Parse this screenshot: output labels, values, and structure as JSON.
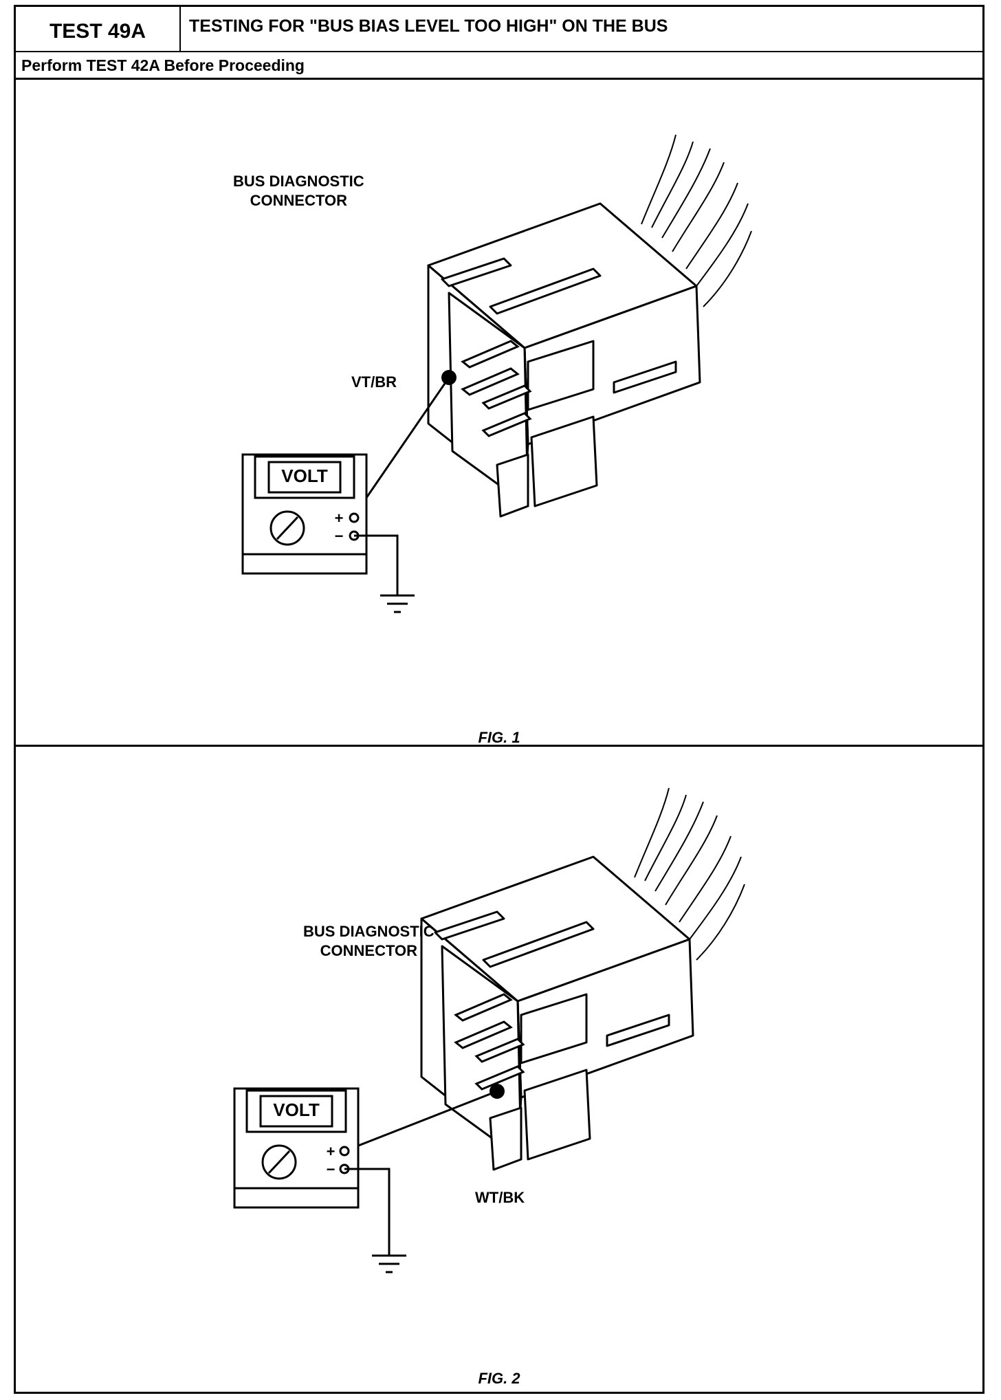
{
  "header": {
    "test_id": "TEST 49A",
    "title": "TESTING FOR \"BUS BIAS LEVEL TOO HIGH\" ON THE BUS",
    "prerequisite": "Perform TEST 42A Before Proceeding"
  },
  "figures": [
    {
      "caption": "FIG. 1",
      "connector_label_line1": "BUS DIAGNOSTIC",
      "connector_label_line2": "CONNECTOR",
      "wire_label": "VT/BR",
      "meter_display": "VOLT",
      "meter_plus": "+",
      "meter_minus": "−"
    },
    {
      "caption": "FIG. 2",
      "connector_label_line1": "BUS DIAGNOSTIC",
      "connector_label_line2": "CONNECTOR",
      "wire_label": "WT/BK",
      "meter_display": "VOLT",
      "meter_plus": "+",
      "meter_minus": "−"
    }
  ]
}
